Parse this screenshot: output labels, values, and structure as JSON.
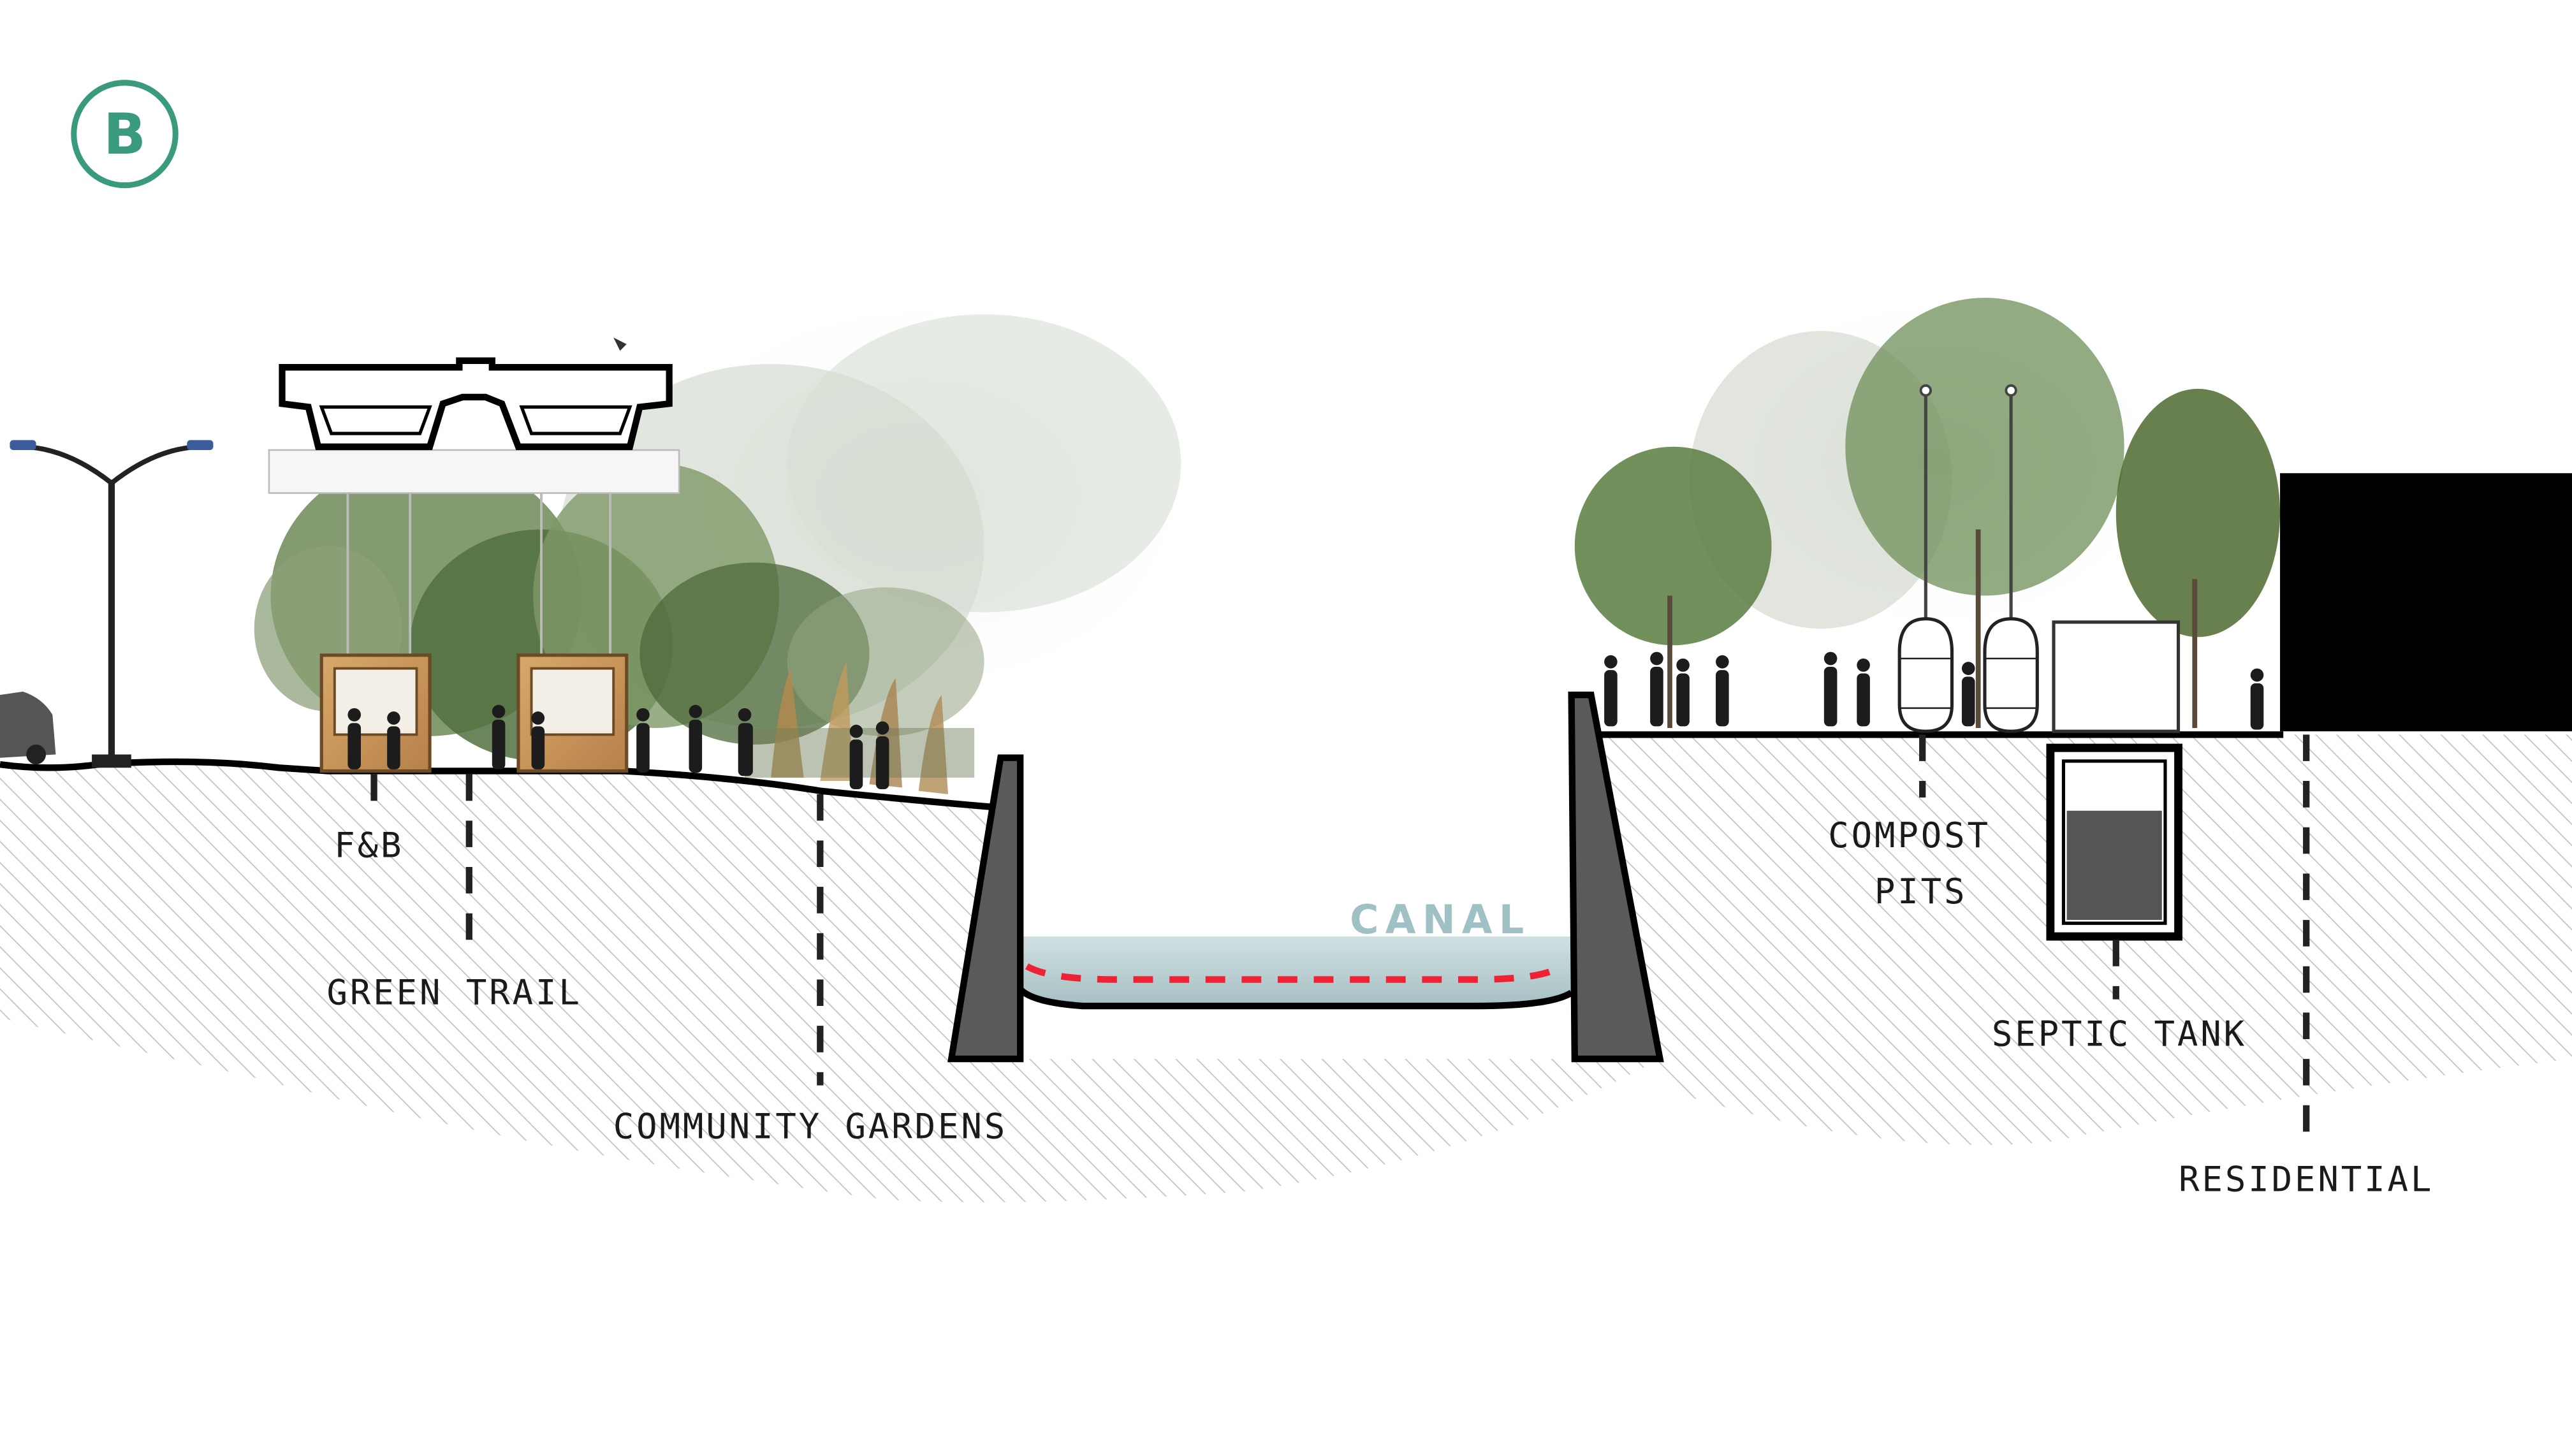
{
  "section_marker": {
    "letter": "B",
    "color": "#3a9a7e"
  },
  "labels": {
    "fnb": "F&B",
    "green_trail": "GREEN TRAIL",
    "community_gardens": "COMMUNITY GARDENS",
    "canal": "CANAL",
    "compost_pits_line1": "COMPOST",
    "compost_pits_line2": "PITS",
    "septic_tank": "SEPTIC TANK",
    "residential": "RESIDENTIAL"
  },
  "colors": {
    "ground_hatch": "#c8c8c8",
    "retaining_wall": "#5a5a5a",
    "water": "#bcd3d6",
    "water_route": "#ee2233",
    "kiosk_wood": "#c9955a",
    "tree_dark": "#4d6a3a",
    "tree_light": "#9fb08c",
    "building": "#000000",
    "septic_liquid": "#555555"
  },
  "icons": [
    "street-lamp-icon",
    "car-icon",
    "bird-icon",
    "person-silhouette-icon",
    "tree-icon",
    "compost-tank-icon"
  ]
}
